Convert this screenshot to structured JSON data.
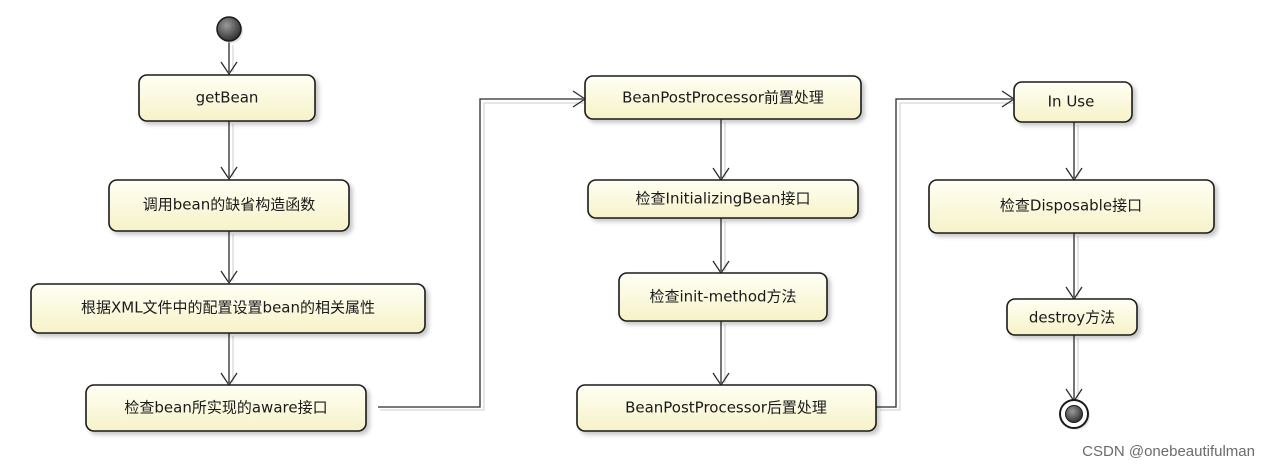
{
  "diagram": {
    "nodes": {
      "getbean": "getBean",
      "default_ctor": "调用bean的缺省构造函数",
      "set_props": "根据XML文件中的配置设置bean的相关属性",
      "aware": "检查bean所实现的aware接口",
      "bpp_before": "BeanPostProcessor前置处理",
      "initializing_bean": "检查InitializingBean接口",
      "init_method": "检查init-method方法",
      "bpp_after": "BeanPostProcessor后置处理",
      "in_use": "In Use",
      "disposable": "检查Disposable接口",
      "destroy_method": "destroy方法"
    }
  },
  "watermark": "CSDN @onebeautifulman"
}
